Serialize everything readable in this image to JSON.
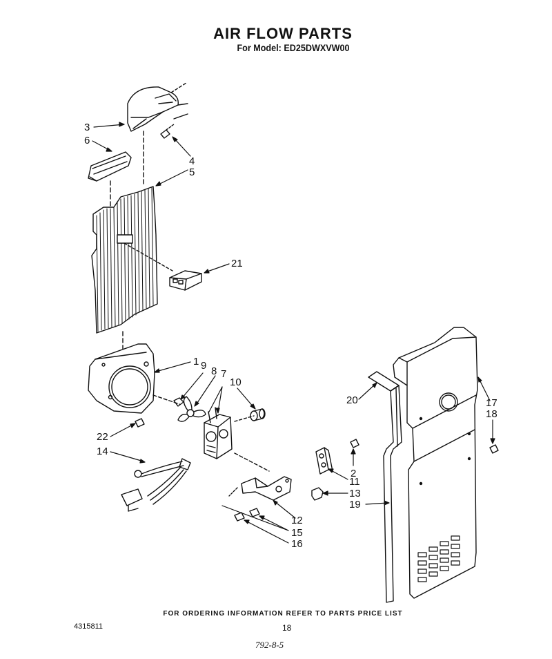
{
  "header": {
    "title": "AIR FLOW PARTS",
    "model_line": "For Model: ED25DWXVW00"
  },
  "callouts": [
    "1",
    "2",
    "3",
    "4",
    "5",
    "6",
    "7",
    "8",
    "9",
    "10",
    "11",
    "12",
    "13",
    "14",
    "15",
    "16",
    "17",
    "18",
    "19",
    "20",
    "21",
    "22"
  ],
  "footer": {
    "ordering_note": "FOR ORDERING INFORMATION REFER TO PARTS PRICE LIST",
    "part_number": "4315811",
    "page_number": "18",
    "date_code": "792-8-5"
  }
}
